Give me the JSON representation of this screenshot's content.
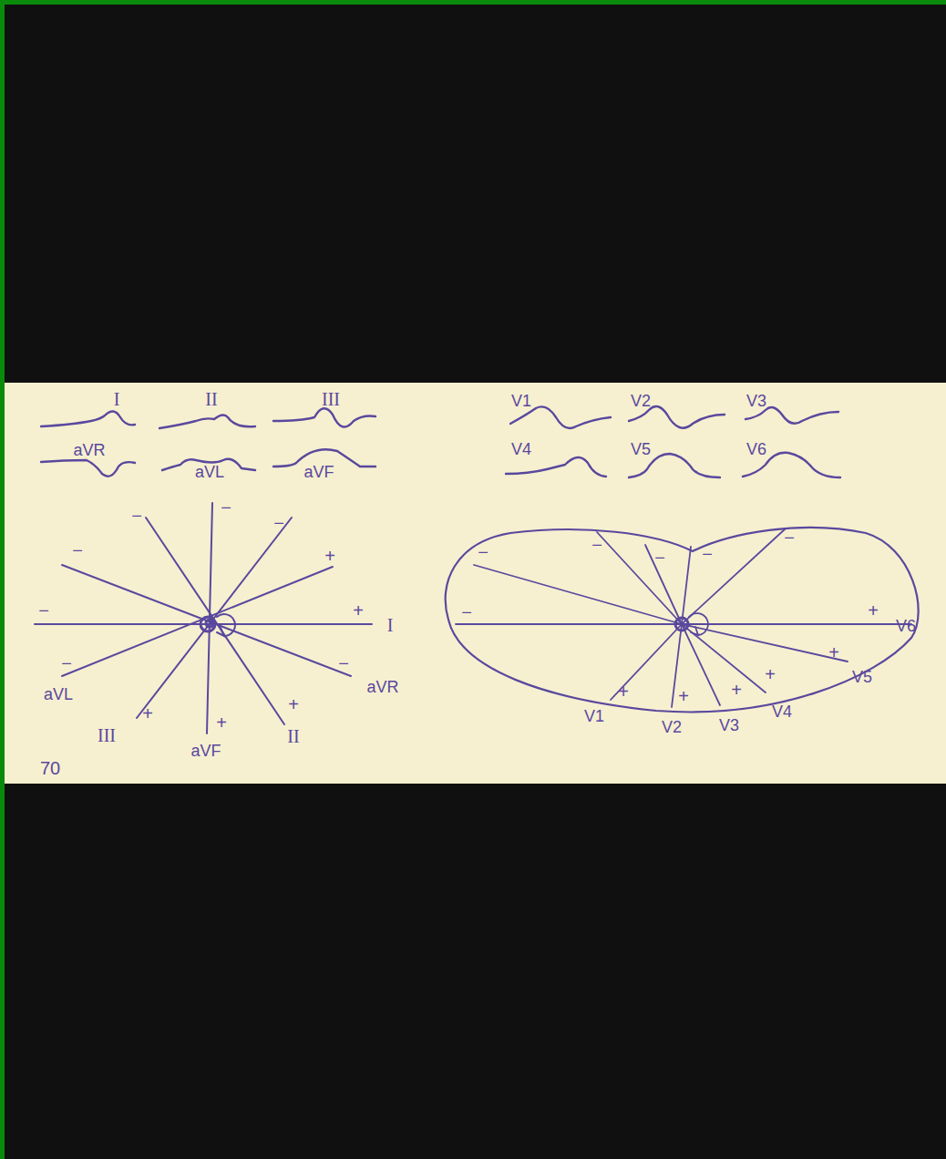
{
  "diagram": {
    "labels": [
      "I",
      "II",
      "III",
      "aVR",
      "aVL",
      "aVF",
      "V1",
      "V2",
      "V3",
      "V4",
      "V5",
      "V6",
      "−",
      "−",
      "−",
      "−",
      "−",
      "−",
      "−",
      "+",
      "+",
      "+",
      "+",
      "+",
      "I",
      "aVL",
      "aVR",
      "III",
      "aVF",
      "II",
      "70",
      "−",
      "−",
      "−",
      "−",
      "−",
      "−",
      "+",
      "+",
      "+",
      "+",
      "+",
      "+",
      "V6",
      "V5",
      "V4",
      "V3",
      "V2",
      "V1"
    ]
  }
}
